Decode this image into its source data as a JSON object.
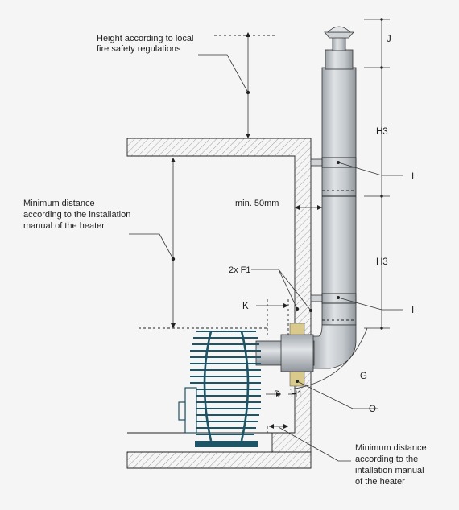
{
  "labels": {
    "fire_safety": [
      "Height according to local",
      "fire safety regulations"
    ],
    "min_distance_heater": [
      "Minimum distance",
      "according to the installation",
      "manual of the heater"
    ],
    "min_50mm": "min. 50mm",
    "f1": "2x F1",
    "k": "K",
    "d": "D",
    "h1": "H1",
    "o": "O",
    "g": "G",
    "j": "J",
    "h3_top": "H3",
    "h3_bottom": "H3",
    "i_top": "I",
    "i_bottom": "I",
    "min_distance_floor": [
      "Minimum distance",
      "according to the",
      "intallation manual",
      "of the heater"
    ]
  },
  "colors": {
    "background": "#f5f5f5",
    "chimney": "#b9bec3",
    "heater": "#1d5466",
    "hatch": "#8a8a8a",
    "insulation": "#d9c98a"
  }
}
